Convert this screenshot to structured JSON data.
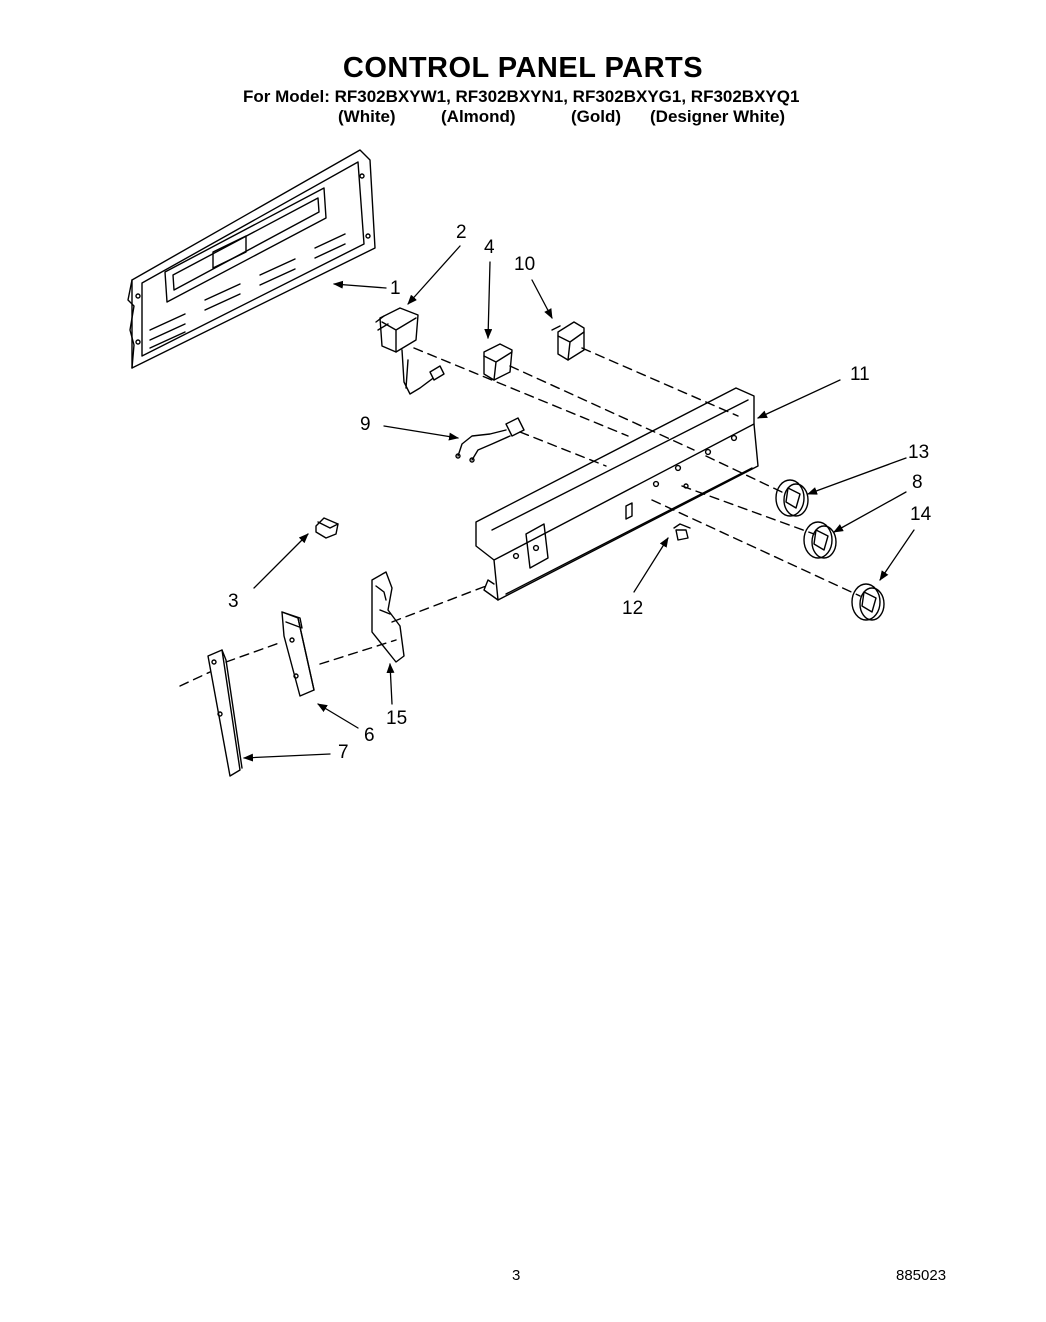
{
  "header": {
    "title": "CONTROL PANEL PARTS",
    "models_line": "For Model: RF302BXYW1, RF302BXYN1, RF302BXYG1, RF302BXYQ1",
    "colors": [
      "(White)",
      "(Almond)",
      "(Gold)",
      "(Designer White)"
    ]
  },
  "callouts": [
    "1",
    "2",
    "3",
    "4",
    "6",
    "7",
    "8",
    "9",
    "10",
    "11",
    "12",
    "13",
    "14",
    "15"
  ],
  "footer": {
    "page_number": "3",
    "doc_number": "885023"
  }
}
